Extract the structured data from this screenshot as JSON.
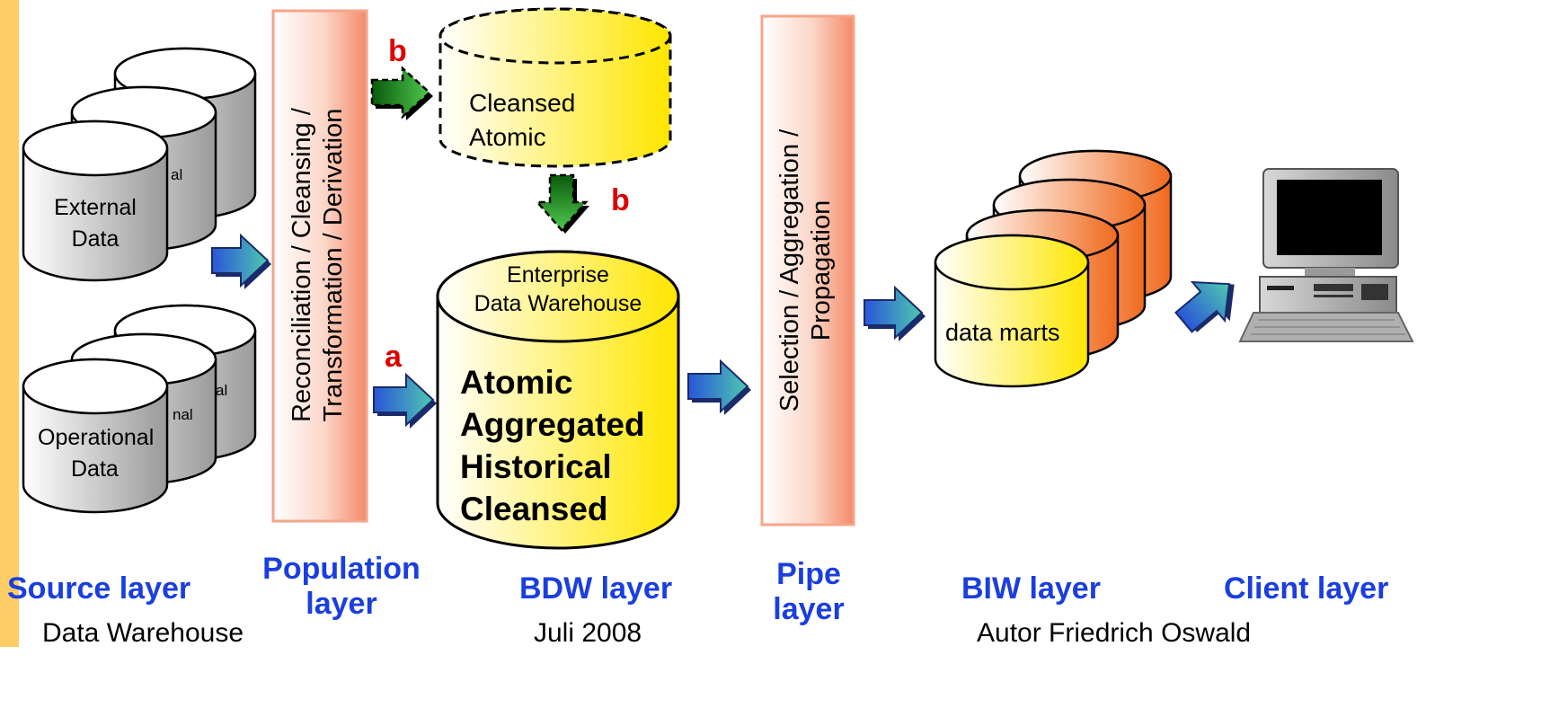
{
  "colors": {
    "layer_label": "#1a3ee0",
    "marker": "#e00000",
    "left_bar": "#ffcc66",
    "yellow": "#ffe600",
    "orange": "#f06a1e",
    "salmon": "#f49a7c",
    "arrow_blue": "#3a6ee0",
    "arrow_green": "#1a8a1a"
  },
  "sources": {
    "external": {
      "line1": "External",
      "line2": "Data",
      "behind1": "al",
      "behind2": ""
    },
    "operational": {
      "line1": "Operational",
      "line2": "Data",
      "behind1": "al",
      "behind2": "nal"
    }
  },
  "population": {
    "text_line1": "Reconciliation / Cleansing /",
    "text_line2": "Transformation / Derivation"
  },
  "cleansed": {
    "line1": "Cleansed",
    "line2": "Atomic"
  },
  "edw": {
    "top_line1": "Enterprise",
    "top_line2": "Data Warehouse",
    "body": [
      "Atomic",
      "Aggregated",
      "Historical",
      "Cleansed"
    ]
  },
  "pipe": {
    "text_line1": "Selection / Aggregation /",
    "text_line2": "Propagation"
  },
  "datamarts": {
    "label": "data marts"
  },
  "markers": {
    "a": "a",
    "b_top": "b",
    "b_down": "b"
  },
  "layers": {
    "source": "Source layer",
    "population_1": "Population",
    "population_2": "layer",
    "bdw": "BDW layer",
    "pipe_1": "Pipe",
    "pipe_2": "layer",
    "biw": "BIW layer",
    "client": "Client layer"
  },
  "footer": {
    "left": "Data Warehouse",
    "center": "Juli 2008",
    "right": "Autor Friedrich Oswald"
  },
  "icons": {
    "computer": "desktop-computer-icon"
  }
}
